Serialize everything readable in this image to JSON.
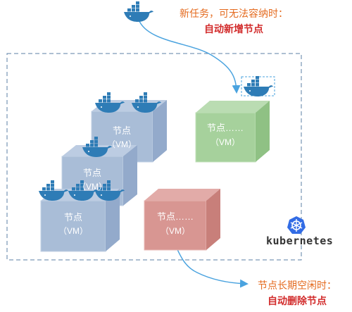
{
  "top_note": {
    "line1": "新任务，可无法容纳时：",
    "line2": "自动新增节点"
  },
  "bottom_note": {
    "line1": "节点长期空闲时：",
    "line2": "自动删除节点"
  },
  "brand": {
    "name": "kubernetes",
    "icon": "kubernetes-helm-icon"
  },
  "nodes": [
    {
      "id": "blue-back",
      "label": "节点",
      "sub": "（VM）",
      "color": "#a9bdd7"
    },
    {
      "id": "blue-mid",
      "label": "节点",
      "sub": "（VM）",
      "color": "#a9bdd7"
    },
    {
      "id": "blue-front",
      "label": "节点",
      "sub": "（VM）",
      "color": "#a9bdd7"
    },
    {
      "id": "green-new",
      "label": "节点……",
      "sub": "（VM）",
      "color": "#a6d19c"
    },
    {
      "id": "red-idle",
      "label": "节点……",
      "sub": "（VM）",
      "color": "#d89692"
    }
  ],
  "colors": {
    "cluster_border": "#5b7fa6",
    "arrow": "#4aa3df",
    "whale": "#2e7cb6"
  }
}
